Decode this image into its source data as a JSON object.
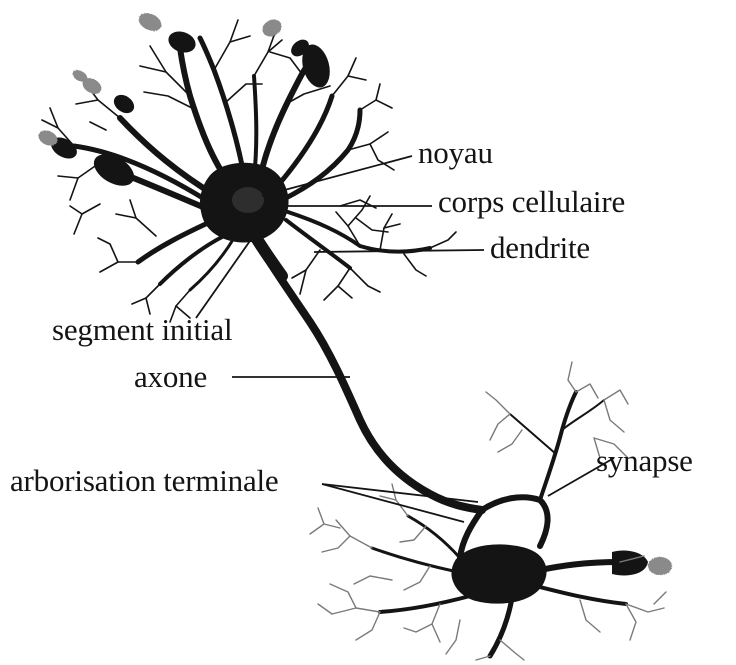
{
  "diagram": {
    "labels": {
      "noyau": "noyau",
      "corps_cellulaire": "corps cellulaire",
      "dendrite": "dendrite",
      "segment_initial": "segment initial",
      "axone": "axone",
      "arborisation_terminale": "arborisation terminale",
      "synapse": "synapse"
    },
    "colors": {
      "ink": "#141414",
      "gray_ink": "#7a7a7a",
      "background": "#ffffff"
    }
  }
}
